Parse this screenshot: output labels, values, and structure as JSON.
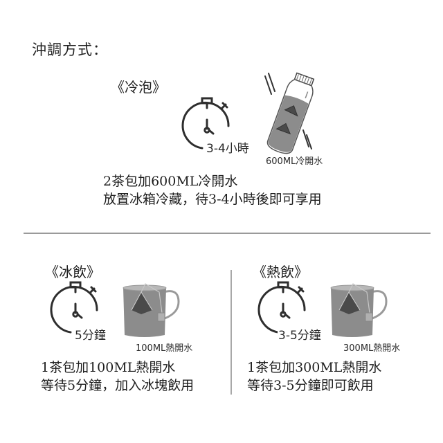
{
  "page": {
    "title": "沖調方式："
  },
  "cold_brew": {
    "heading": "《冷泡》",
    "time_label": "3-4小時",
    "water_label": "600ML冷開水",
    "desc_line1": "2茶包加600ML冷開水",
    "desc_line2": "放置冰箱冷藏，待3-4小時後即可享用",
    "icons": [
      "stopwatch-icon",
      "bottle-icon"
    ]
  },
  "iced": {
    "heading": "《冰飲》",
    "time_label": "5分鐘",
    "water_label": "100ML熱開水",
    "desc_line1": "1茶包加100ML熱開水",
    "desc_line2": "等待5分鐘，加入冰塊飲用",
    "icons": [
      "stopwatch-icon",
      "mug-icon"
    ]
  },
  "hot": {
    "heading": "《熱飲》",
    "time_label": "3-5分鐘",
    "water_label": "300ML熱開水",
    "desc_line1": "1茶包加300ML熱開水",
    "desc_line2": "等待3-5分鐘即可飲用",
    "icons": [
      "stopwatch-icon",
      "mug-icon"
    ]
  },
  "colors": {
    "text": "#1e1e1e",
    "line_art": "#333333",
    "liquid": "#8c8c8c",
    "divider": "#9a9a9a"
  }
}
